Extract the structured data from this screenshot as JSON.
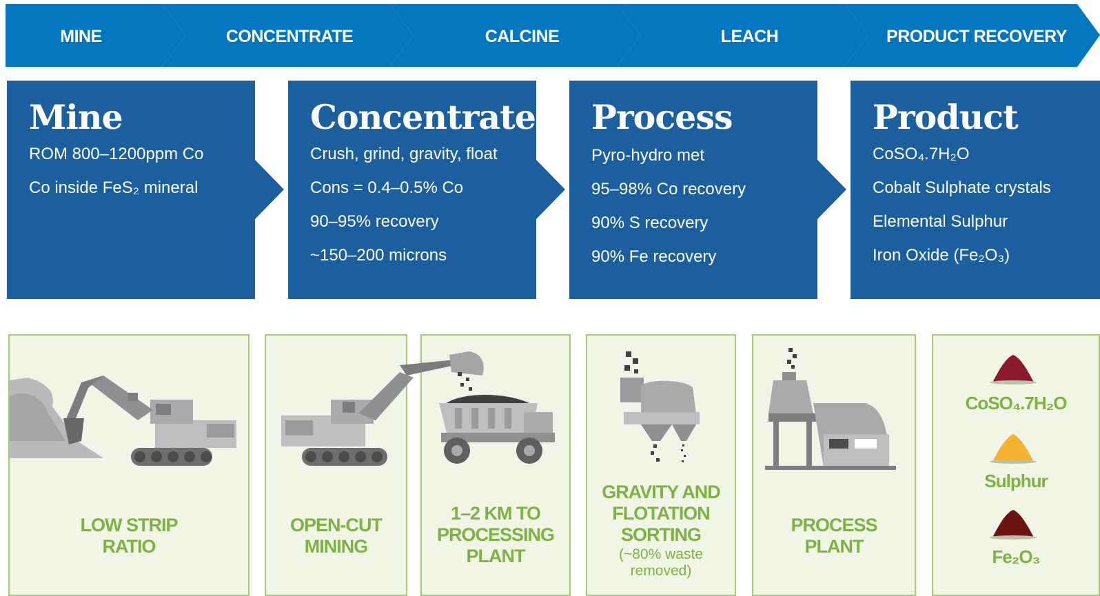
{
  "chevrons": [
    "MINE",
    "CONCENTRATE",
    "CALCINE",
    "LEACH",
    "PRODUCT RECOVERY"
  ],
  "stages": [
    {
      "title": "Mine",
      "lines": [
        "ROM 800–1200ppm Co",
        "Co inside FeS₂ mineral"
      ]
    },
    {
      "title": "Concentrate",
      "lines": [
        "Crush, grind, gravity, float",
        "Cons = 0.4–0.5% Co",
        "90–95% recovery",
        "~150–200 microns"
      ]
    },
    {
      "title": "Process",
      "lines": [
        "Pyro-hydro met",
        "95–98% Co recovery",
        "90% S recovery",
        "90% Fe recovery"
      ]
    },
    {
      "title": "Product",
      "lines": [
        "CoSO₄.7H₂O",
        "Cobalt Sulphate crystals",
        "Elemental Sulphur",
        "Iron Oxide (Fe₂O₃)"
      ]
    }
  ],
  "cards": [
    {
      "label_lines": [
        "LOW STRIP",
        "RATIO"
      ],
      "icon": "excavator-digging-icon"
    },
    {
      "label_lines": [
        "OPEN-CUT",
        "MINING"
      ],
      "icon": "excavator-loading-icon"
    },
    {
      "label_lines": [
        "1–2 KM TO",
        "PROCESSING",
        "PLANT"
      ],
      "icon": "haul-truck-icon"
    },
    {
      "label_lines": [
        "GRAVITY AND",
        "FLOTATION",
        "SORTING"
      ],
      "sub_lines": [
        "(~80% waste",
        "removed)"
      ],
      "icon": "flotation-cell-icon"
    },
    {
      "label_lines": [
        "PROCESS",
        "PLANT"
      ],
      "icon": "process-plant-icon"
    }
  ],
  "products": [
    {
      "label": "CoSO₄.7H₂O",
      "color": "#8a1a2c",
      "icon": "cobalt-sulphate-pile-icon"
    },
    {
      "label": "Sulphur",
      "color": "#f7b232",
      "icon": "sulphur-pile-icon"
    },
    {
      "label": "Fe₂O₃",
      "color": "#6b1410",
      "icon": "iron-oxide-pile-icon"
    }
  ],
  "colors": {
    "chevron": "#0277c0",
    "stage": "#1b5f9f",
    "card_bg": "#f1f5e6",
    "card_border": "#a9cc6a",
    "card_text": "#7cb342"
  }
}
